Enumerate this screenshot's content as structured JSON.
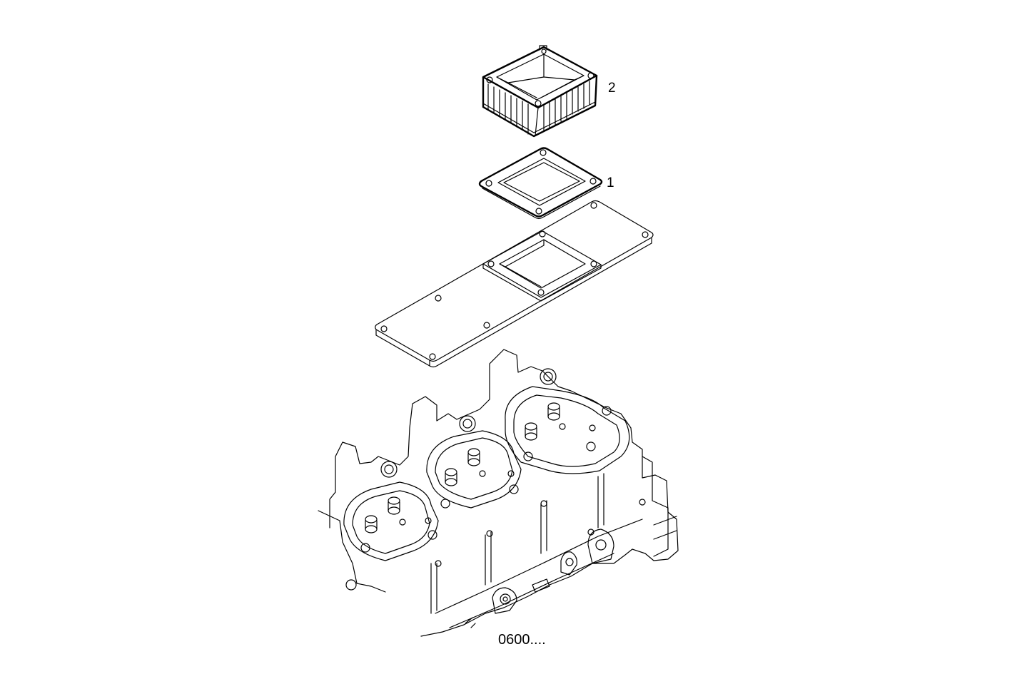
{
  "callouts": [
    {
      "id": "cover",
      "label": "2"
    },
    {
      "id": "gasket",
      "label": "1"
    }
  ],
  "figure_code": "0600...."
}
